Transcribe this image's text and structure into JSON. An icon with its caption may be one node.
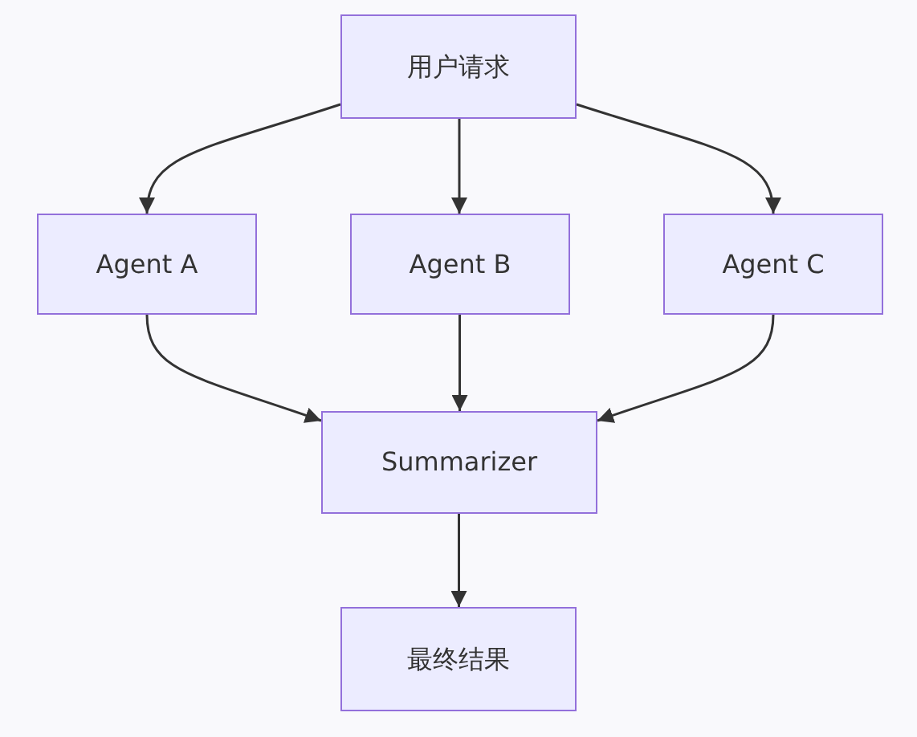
{
  "diagram": {
    "nodes": [
      {
        "text": [
          "用户请求"
        ]
      },
      {
        "text": [
          "Agent A"
        ]
      },
      {
        "text": [
          "Agent B"
        ]
      },
      {
        "text": [
          "Agent C"
        ]
      },
      {
        "text": [
          "Summarizer"
        ]
      },
      {
        "text": [
          "最终结果"
        ]
      }
    ],
    "edges": [
      {
        "from": 0,
        "to": 1,
        "arrow": "to"
      },
      {
        "from": 0,
        "to": 2,
        "arrow": "to"
      },
      {
        "from": 0,
        "to": 3,
        "arrow": "to"
      },
      {
        "from": 1,
        "to": 4,
        "arrow": "to"
      },
      {
        "from": 2,
        "to": 4,
        "arrow": "to"
      },
      {
        "from": 3,
        "to": 4,
        "arrow": "to"
      },
      {
        "from": 4,
        "to": 5,
        "arrow": "to"
      }
    ]
  }
}
